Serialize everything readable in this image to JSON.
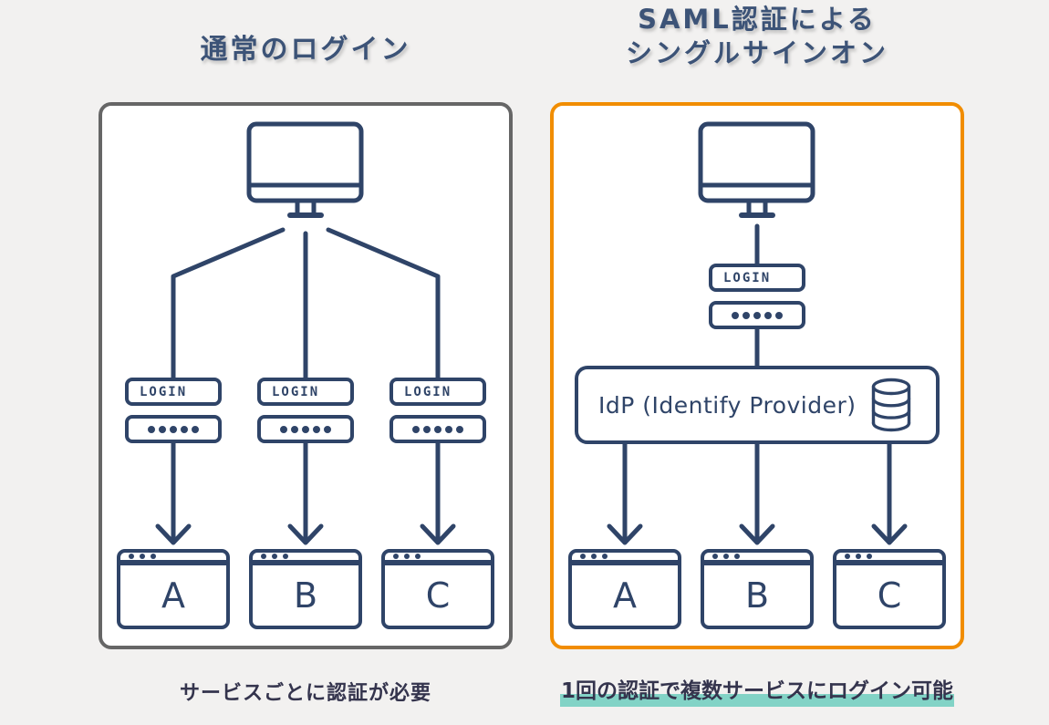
{
  "colors": {
    "background": "#f2f1f0",
    "panel_background": "#ffffff",
    "diagram_navy": "#2f4468",
    "left_panel_border": "#666666",
    "right_panel_border": "#f18d00",
    "title_text": "#3c5377",
    "caption_text": "#34344d",
    "caption_highlight": "#82d3c6"
  },
  "left": {
    "title": "通常のログイン",
    "login_label": "LOGIN",
    "password_dots": 5,
    "services": [
      "A",
      "B",
      "C"
    ],
    "caption": "サービスごとに認証が必要"
  },
  "right": {
    "title_line1": "SAML認証による",
    "title_line2": "シングルサインオン",
    "login_label": "LOGIN",
    "password_dots": 5,
    "idp_label": "IdP (Identify Provider)",
    "services": [
      "A",
      "B",
      "C"
    ],
    "caption": "1回の認証で複数サービスにログイン可能"
  }
}
